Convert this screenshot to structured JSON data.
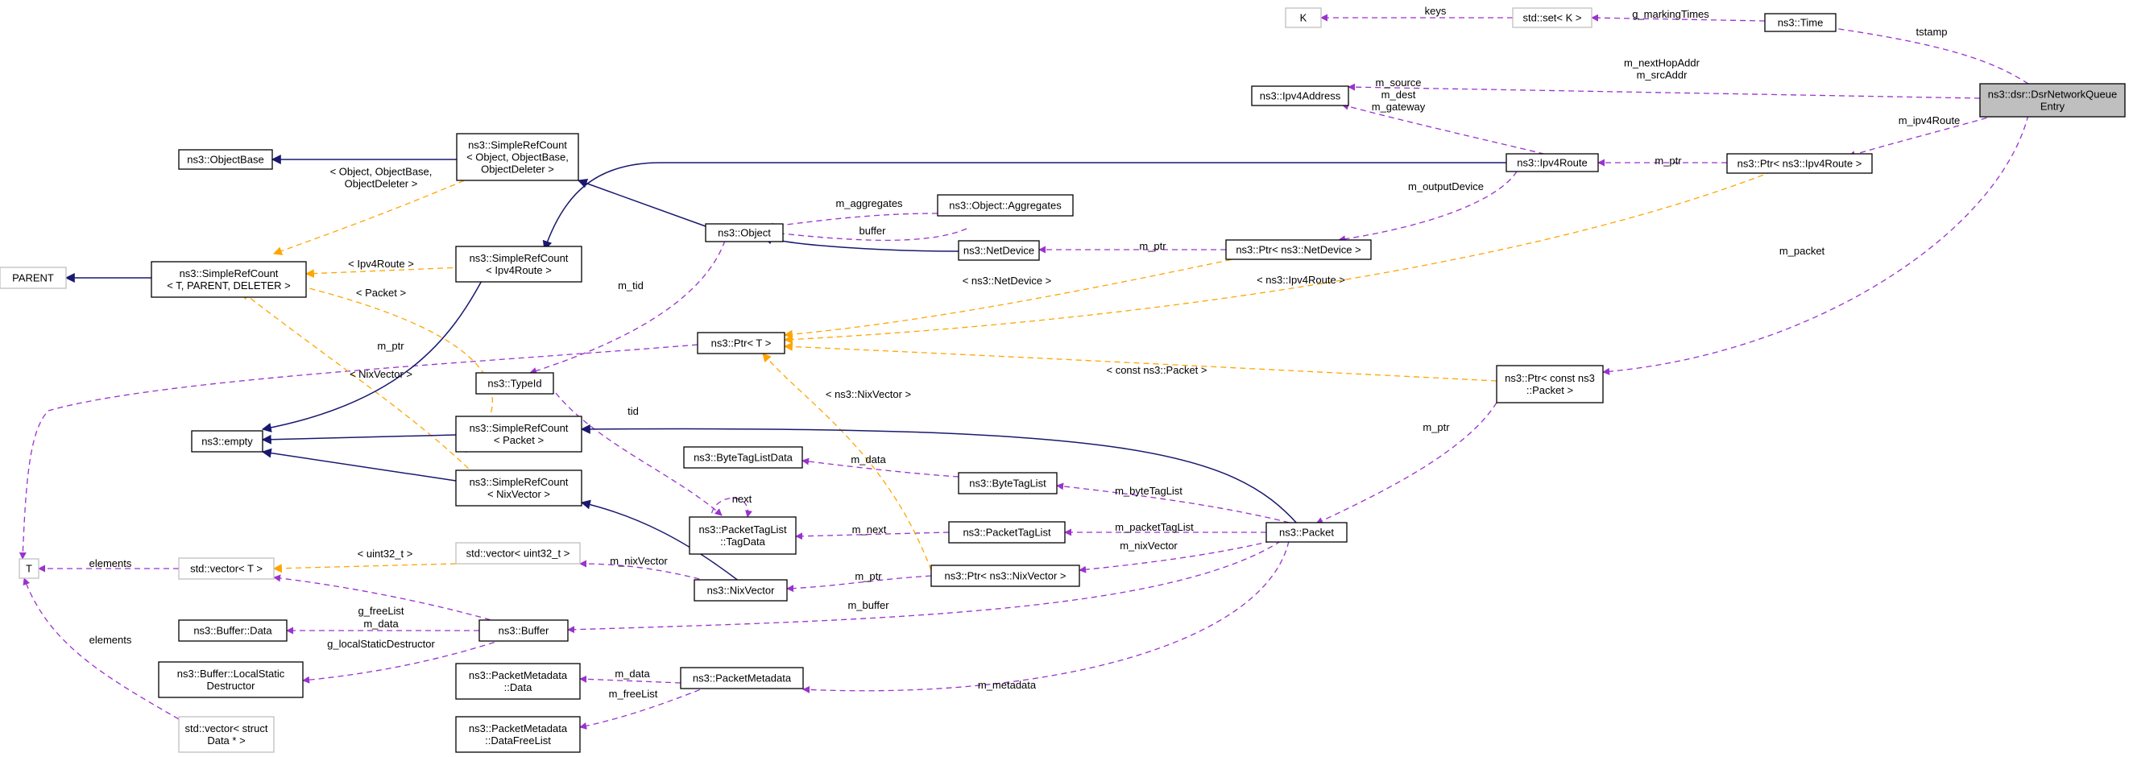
{
  "colors": {
    "usage": "#9a32cd",
    "template": "#ffa500",
    "inherit": "#191970",
    "highlight": "#bfbfbf"
  },
  "nodes": {
    "k": {
      "lines": [
        "K"
      ]
    },
    "stdset": {
      "lines": [
        "std::set< K >"
      ]
    },
    "time": {
      "lines": [
        "ns3::Time"
      ]
    },
    "dsr": {
      "lines": [
        "ns3::dsr::DsrNetworkQueue",
        "Entry"
      ]
    },
    "ipv4address": {
      "lines": [
        "ns3::Ipv4Address"
      ]
    },
    "ipv4route": {
      "lines": [
        "ns3::Ipv4Route"
      ]
    },
    "ptripv4route": {
      "lines": [
        "ns3::Ptr< ns3::Ipv4Route >"
      ]
    },
    "objectbase": {
      "lines": [
        "ns3::ObjectBase"
      ]
    },
    "src_obj": {
      "lines": [
        "ns3::SimpleRefCount",
        "< Object, ObjectBase,",
        "ObjectDeleter >"
      ]
    },
    "aggregates": {
      "lines": [
        "ns3::Object::Aggregates"
      ]
    },
    "object": {
      "lines": [
        "ns3::Object"
      ]
    },
    "netdevice": {
      "lines": [
        "ns3::NetDevice"
      ]
    },
    "ptrnetdevice": {
      "lines": [
        "ns3::Ptr< ns3::NetDevice >"
      ]
    },
    "parent": {
      "lines": [
        "PARENT"
      ]
    },
    "src_t": {
      "lines": [
        "ns3::SimpleRefCount",
        "< T, PARENT, DELETER >"
      ]
    },
    "src_ipv4route": {
      "lines": [
        "ns3::SimpleRefCount",
        "< Ipv4Route >"
      ]
    },
    "ptrt": {
      "lines": [
        "ns3::Ptr< T >"
      ]
    },
    "typeid": {
      "lines": [
        "ns3::TypeId"
      ]
    },
    "ptrpacket": {
      "lines": [
        "ns3::Ptr< const ns3",
        "::Packet >"
      ]
    },
    "empty": {
      "lines": [
        "ns3::empty"
      ]
    },
    "src_packet": {
      "lines": [
        "ns3::SimpleRefCount",
        "< Packet >"
      ]
    },
    "src_nixvector": {
      "lines": [
        "ns3::SimpleRefCount",
        "< NixVector >"
      ]
    },
    "bytetaglistdata": {
      "lines": [
        "ns3::ByteTagListData"
      ]
    },
    "bytetaglist": {
      "lines": [
        "ns3::ByteTagList"
      ]
    },
    "tagdata": {
      "lines": [
        "ns3::PacketTagList",
        "::TagData"
      ]
    },
    "packettaglist": {
      "lines": [
        "ns3::PacketTagList"
      ]
    },
    "packet": {
      "lines": [
        "ns3::Packet"
      ]
    },
    "t": {
      "lines": [
        "T"
      ]
    },
    "stdvector_t": {
      "lines": [
        "std::vector< T >"
      ]
    },
    "stdvector_uint": {
      "lines": [
        "std::vector< uint32_t >"
      ]
    },
    "nixvector": {
      "lines": [
        "ns3::NixVector"
      ]
    },
    "ptrnixvector": {
      "lines": [
        "ns3::Ptr< ns3::NixVector >"
      ]
    },
    "bufferdata": {
      "lines": [
        "ns3::Buffer::Data"
      ]
    },
    "buffer": {
      "lines": [
        "ns3::Buffer"
      ]
    },
    "bufferlsd": {
      "lines": [
        "ns3::Buffer::LocalStatic",
        "Destructor"
      ]
    },
    "pmdata": {
      "lines": [
        "ns3::PacketMetadata",
        "::Data"
      ]
    },
    "packetmetadata": {
      "lines": [
        "ns3::PacketMetadata"
      ]
    },
    "stdvector_struct": {
      "lines": [
        "std::vector< struct",
        "Data * >"
      ]
    },
    "pmfreelist": {
      "lines": [
        "ns3::PacketMetadata",
        "::DataFreeList"
      ]
    }
  },
  "edges": {
    "keys": {
      "lines": [
        "keys"
      ]
    },
    "g_markingtimes": {
      "lines": [
        "g_markingTimes"
      ]
    },
    "tstamp": {
      "lines": [
        "tstamp"
      ]
    },
    "m_nexthopaddr": {
      "lines": [
        "m_nextHopAddr",
        "m_srcAddr"
      ]
    },
    "m_ipv4route": {
      "lines": [
        "m_ipv4Route"
      ]
    },
    "m_source": {
      "lines": [
        "m_source",
        "m_dest",
        "m_gateway"
      ]
    },
    "m_ptr_route": {
      "lines": [
        "m_ptr"
      ]
    },
    "m_outputdevice": {
      "lines": [
        "m_outputDevice"
      ]
    },
    "tpl_object": {
      "lines": [
        "< Object, ObjectBase,",
        "ObjectDeleter >"
      ]
    },
    "m_aggregates": {
      "lines": [
        "m_aggregates"
      ]
    },
    "buffer_agg": {
      "lines": [
        "buffer"
      ]
    },
    "m_ptr_nd": {
      "lines": [
        "m_ptr"
      ]
    },
    "tpl_ipv4route_left": {
      "lines": [
        "< Ipv4Route >"
      ]
    },
    "m_tid": {
      "lines": [
        "m_tid"
      ]
    },
    "tpl_netdevice": {
      "lines": [
        "< ns3::NetDevice >"
      ]
    },
    "tpl_ipv4route_right": {
      "lines": [
        "< ns3::Ipv4Route >"
      ]
    },
    "m_packet": {
      "lines": [
        "m_packet"
      ]
    },
    "tpl_packet": {
      "lines": [
        "< Packet >"
      ]
    },
    "m_ptr_t": {
      "lines": [
        "m_ptr"
      ]
    },
    "tpl_const_packet": {
      "lines": [
        "< const ns3::Packet >"
      ]
    },
    "tpl_nixvector_left": {
      "lines": [
        "< NixVector >"
      ]
    },
    "tid": {
      "lines": [
        "tid"
      ]
    },
    "tpl_nixvector_right": {
      "lines": [
        "< ns3::NixVector >"
      ]
    },
    "m_ptr_packet": {
      "lines": [
        "m_ptr"
      ]
    },
    "m_data_btl": {
      "lines": [
        "m_data"
      ]
    },
    "next": {
      "lines": [
        "next"
      ]
    },
    "m_bytetaglist": {
      "lines": [
        "m_byteTagList"
      ]
    },
    "m_next": {
      "lines": [
        "m_next"
      ]
    },
    "m_packettaglist": {
      "lines": [
        "m_packetTagList"
      ]
    },
    "elements_top": {
      "lines": [
        "elements"
      ]
    },
    "tpl_uint32": {
      "lines": [
        "< uint32_t >"
      ]
    },
    "m_nixvector_a": {
      "lines": [
        "m_nixVector"
      ]
    },
    "m_nixvector_b": {
      "lines": [
        "m_nixVector"
      ]
    },
    "m_ptr_nix": {
      "lines": [
        "m_ptr"
      ]
    },
    "g_freelist": {
      "lines": [
        "g_freeList"
      ]
    },
    "m_buffer": {
      "lines": [
        "m_buffer"
      ]
    },
    "m_data_buf": {
      "lines": [
        "m_data"
      ]
    },
    "g_localstatic": {
      "lines": [
        "g_localStaticDestructor"
      ]
    },
    "elements_bottom": {
      "lines": [
        "elements"
      ]
    },
    "m_data_pm": {
      "lines": [
        "m_data"
      ]
    },
    "m_freelist": {
      "lines": [
        "m_freeList"
      ]
    },
    "m_metadata": {
      "lines": [
        "m_metadata"
      ]
    }
  }
}
